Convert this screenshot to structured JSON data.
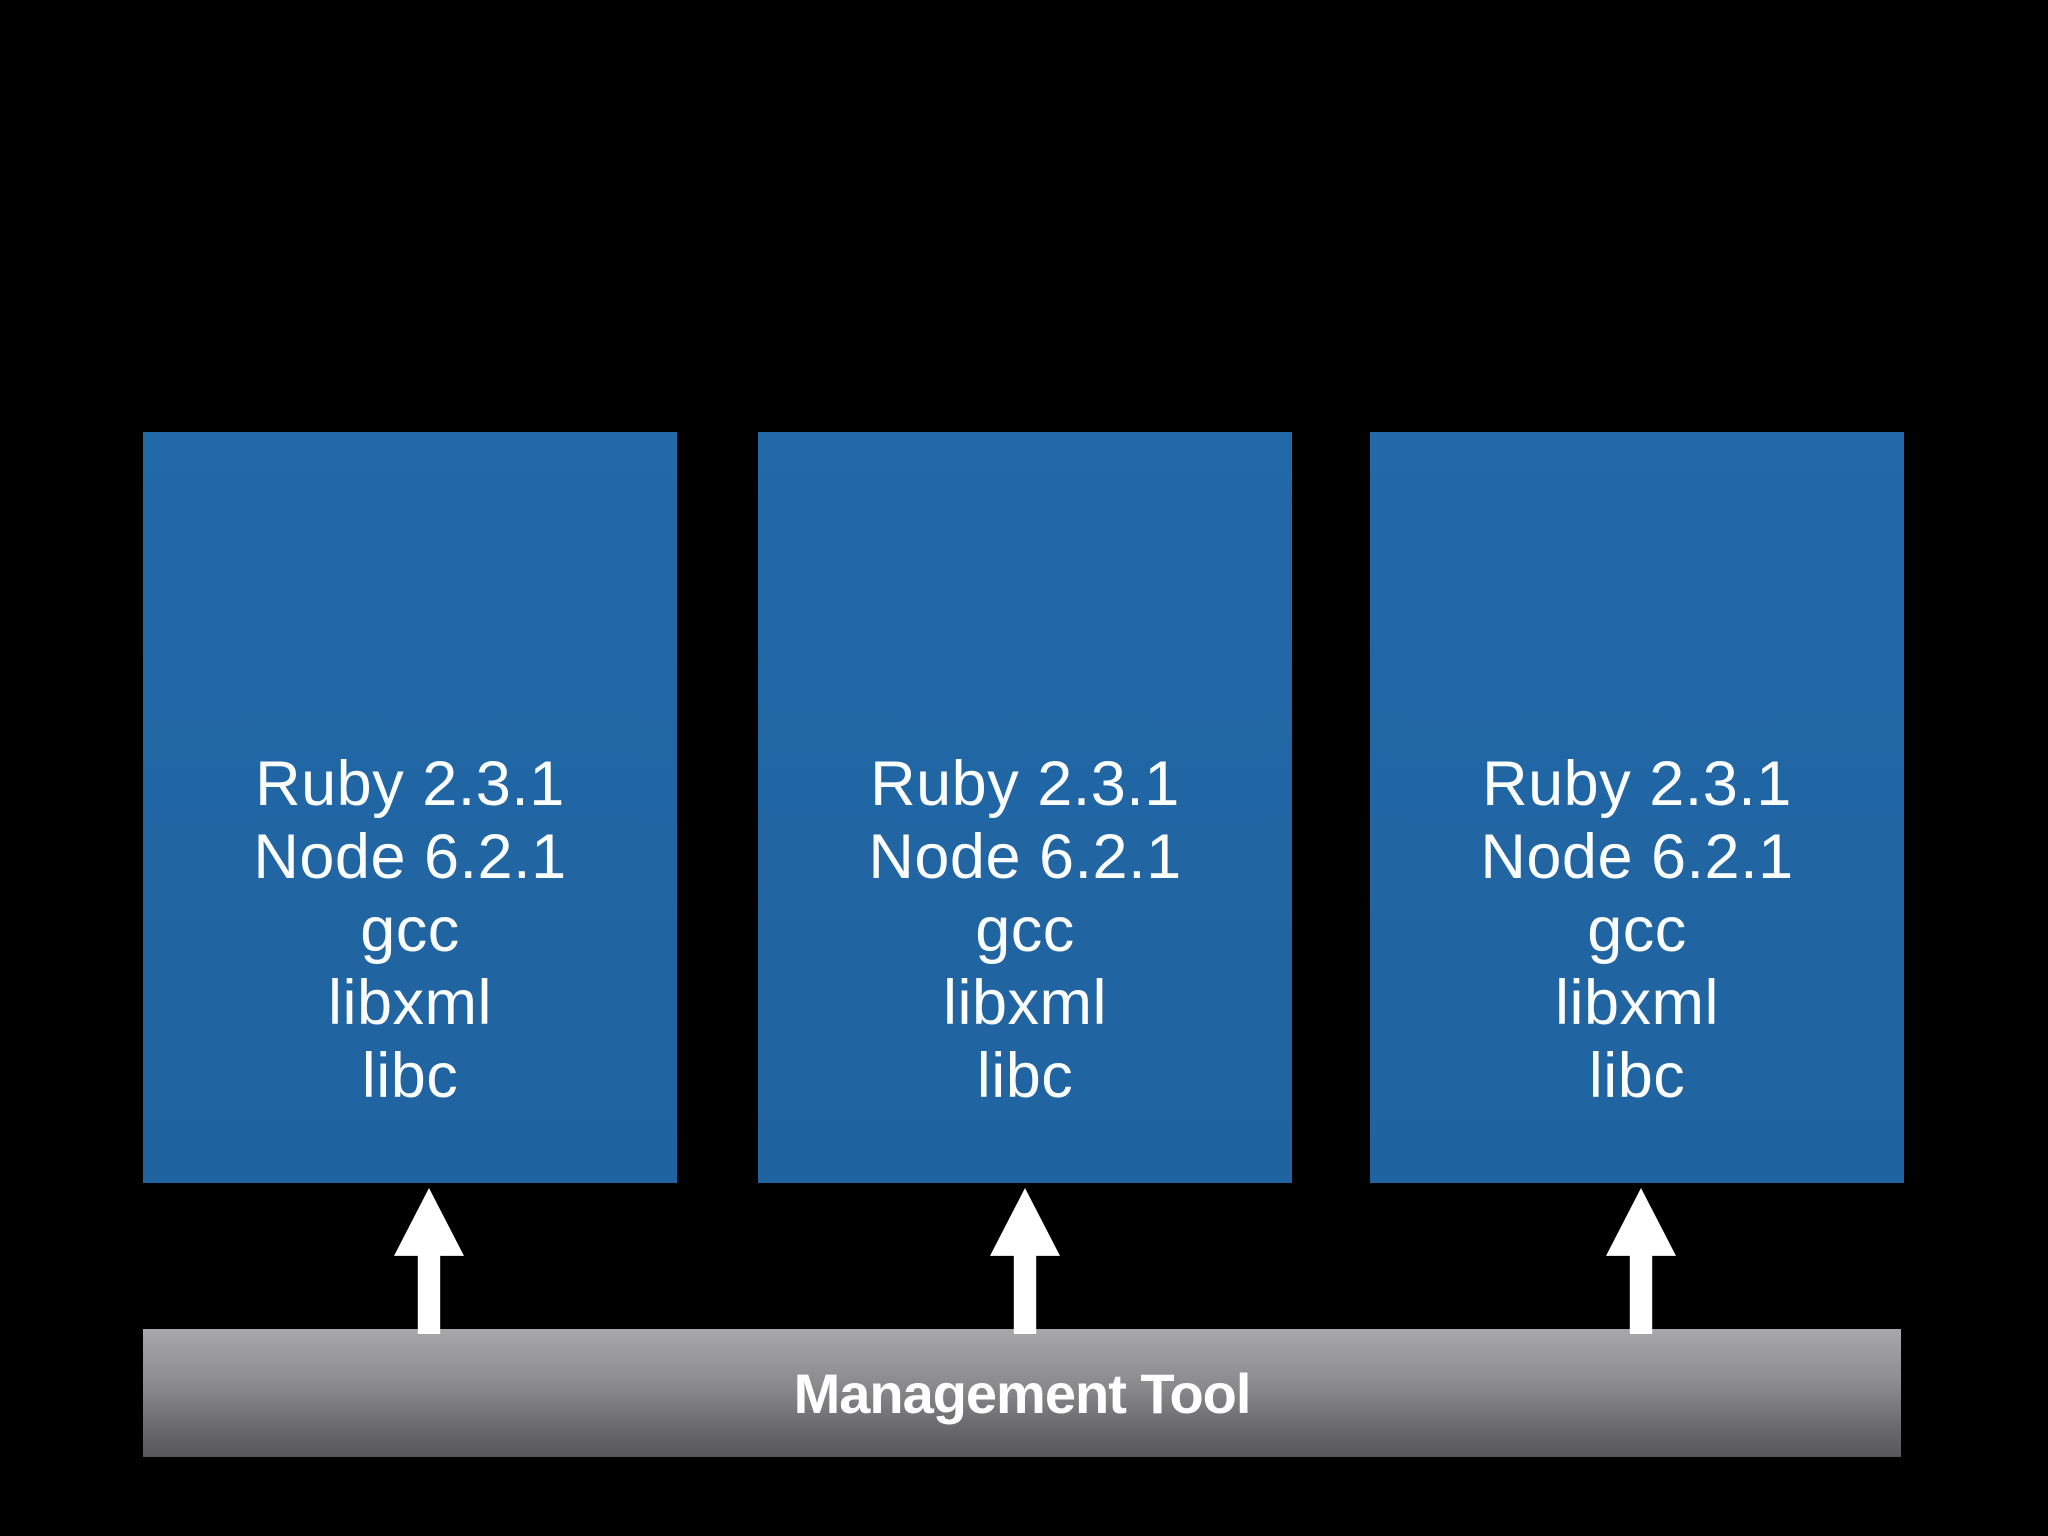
{
  "slide": {
    "background_color": "#000000",
    "box_color": "#2166a3",
    "box_text_color": "#ffffff",
    "arrow_color": "#ffffff",
    "boxes": [
      {
        "lines": [
          "Ruby 2.3.1",
          "Node 6.2.1",
          "gcc",
          "libxml",
          "libc"
        ]
      },
      {
        "lines": [
          "Ruby 2.3.1",
          "Node 6.2.1",
          "gcc",
          "libxml",
          "libc"
        ]
      },
      {
        "lines": [
          "Ruby 2.3.1",
          "Node 6.2.1",
          "gcc",
          "libxml",
          "libc"
        ]
      }
    ],
    "management_bar": {
      "label": "Management Tool",
      "gradient_top": "#a8a8aa",
      "gradient_bottom": "#58585b",
      "text_color": "#ffffff"
    }
  }
}
